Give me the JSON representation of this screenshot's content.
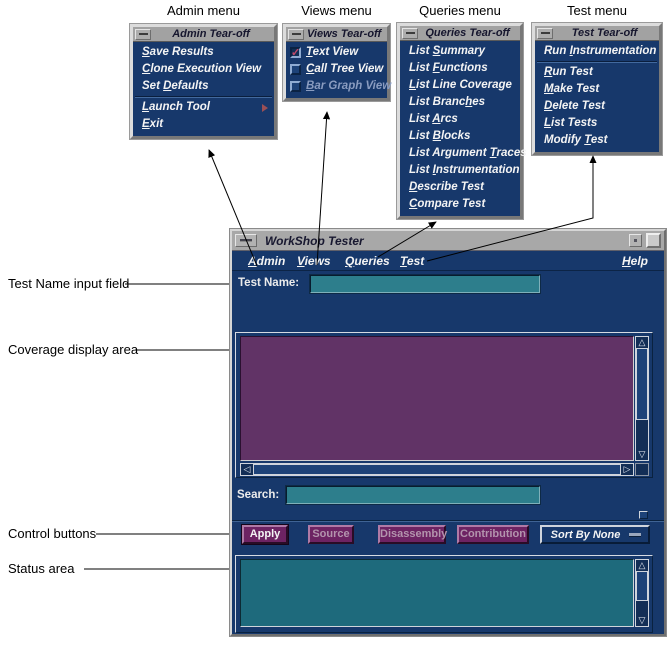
{
  "captions": {
    "admin_menu": "Admin menu",
    "views_menu": "Views menu",
    "queries_menu": "Queries menu",
    "test_menu": "Test menu"
  },
  "annotations": {
    "test_name": "Test Name input field",
    "coverage": "Coverage display area",
    "controls": "Control buttons",
    "status": "Status area"
  },
  "tearoffs": {
    "admin": {
      "title": "Admin Tear-off",
      "items": [
        {
          "text": "Save Results",
          "m": 0
        },
        {
          "text": "Clone Execution View",
          "m": 0
        },
        {
          "text": "Set Defaults",
          "m": 4
        },
        {
          "text": "Launch Tool",
          "m": 0,
          "submenu": true
        },
        {
          "text": "Exit",
          "m": 0
        }
      ]
    },
    "views": {
      "title": "Views Tear-off",
      "items": [
        {
          "text": "Text View",
          "m": 0,
          "checked": true
        },
        {
          "text": "Call Tree View",
          "m": 0,
          "checked": false
        },
        {
          "text": "Bar Graph View",
          "m": 0,
          "checked": false,
          "disabled": true
        }
      ]
    },
    "queries": {
      "title": "Queries Tear-off",
      "items": [
        {
          "text": "List Summary",
          "m": 5
        },
        {
          "text": "List Functions",
          "m": 5
        },
        {
          "text": "List Line Coverage",
          "m": 0
        },
        {
          "text": "List Branches",
          "m": 10
        },
        {
          "text": "List Arcs",
          "m": 5
        },
        {
          "text": "List Blocks",
          "m": 5
        },
        {
          "text": "List Argument Traces",
          "m": 14
        },
        {
          "text": "List Instrumentation",
          "m": 5
        },
        {
          "text": "Describe Test",
          "m": 0
        },
        {
          "text": "Compare Test",
          "m": 0
        }
      ]
    },
    "test": {
      "title": "Test Tear-off",
      "items": [
        {
          "text": "Run Instrumentation",
          "m": 4
        },
        {
          "text": "Run Test",
          "m": 0
        },
        {
          "text": "Make Test",
          "m": 0
        },
        {
          "text": "Delete Test",
          "m": 0
        },
        {
          "text": "List Tests",
          "m": 0
        },
        {
          "text": "Modify Test",
          "m": 7
        }
      ]
    }
  },
  "window": {
    "title": "WorkShop Tester",
    "menubar": [
      {
        "text": "Admin",
        "m": 0
      },
      {
        "text": "Views",
        "m": 0
      },
      {
        "text": "Queries",
        "m": 0
      },
      {
        "text": "Test",
        "m": 0
      }
    ],
    "help": {
      "text": "Help",
      "m": 0
    },
    "test_name_label": "Test Name:",
    "test_name_value": "",
    "search_label": "Search:",
    "search_value": "",
    "buttons": [
      {
        "text": "Apply",
        "enabled": true
      },
      {
        "text": "Source",
        "enabled": false
      },
      {
        "text": "Disassembly",
        "enabled": false
      },
      {
        "text": "Contribution",
        "enabled": false
      }
    ],
    "sort_menu_value": "Sort By None"
  },
  "icons": {
    "scroll_up": "△",
    "scroll_down": "▽",
    "scroll_left": "◁",
    "scroll_right": "▷"
  },
  "colors": {
    "window_navy": "#17386b",
    "field_teal": "#2d7e8c",
    "status_teal": "#1e6a7c",
    "coverage_purple": "#613366",
    "button_purple": "#6d2363",
    "titlebar_gray": "#a8a8a8",
    "check_red": "#c2496a"
  }
}
